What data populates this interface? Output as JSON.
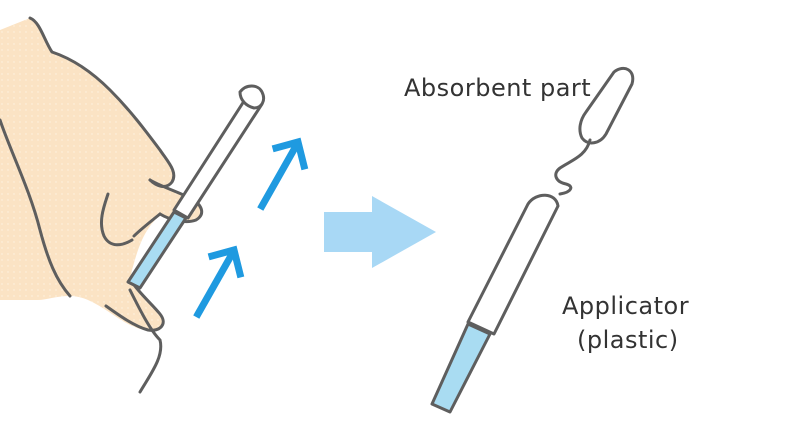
{
  "labels": {
    "absorbent_part": "Absorbent part",
    "applicator": "Applicator",
    "plastic": "(plastic)"
  },
  "colors": {
    "skin": "#fbe3c4",
    "outline": "#5e5e5e",
    "tube_blue": "#a9dcf2",
    "arrow_blue": "#1f9ae0",
    "big_arrow": "#a8d8f5"
  },
  "icons": {
    "hand": "hand-holding-tampon-icon",
    "push_arrows": "up-right-arrow-icon",
    "big_arrow": "right-arrow-icon",
    "tampon": "tampon-icon",
    "applicator": "applicator-tube-icon"
  }
}
